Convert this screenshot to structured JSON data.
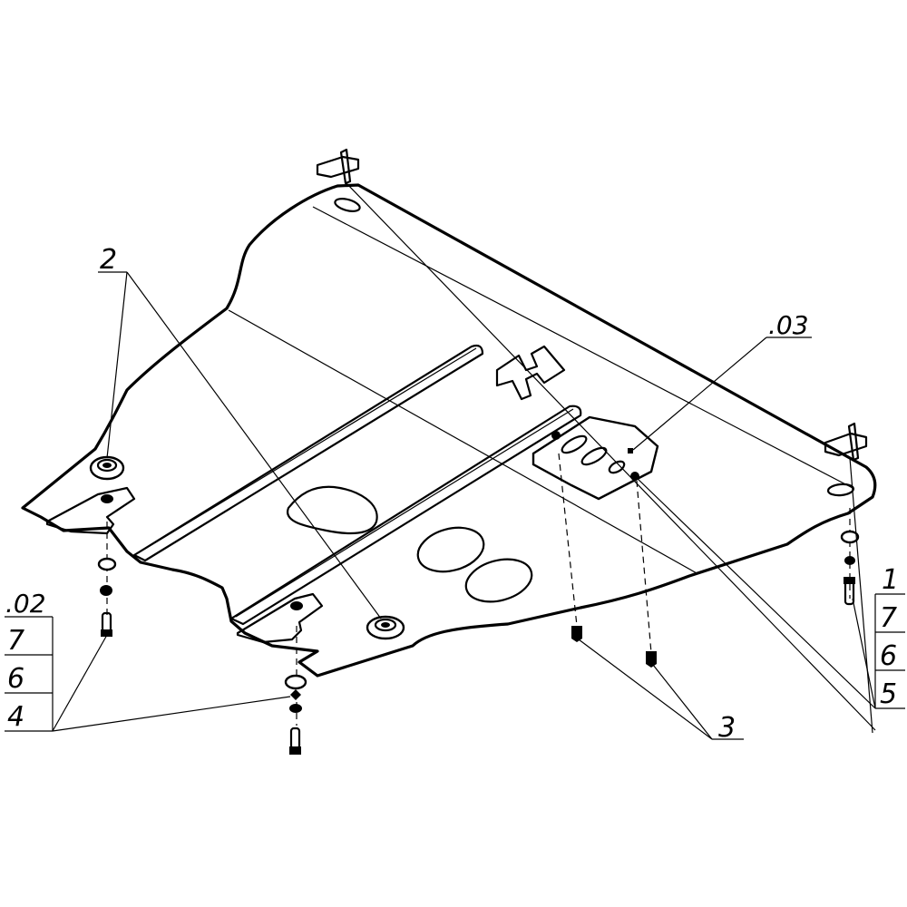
{
  "callouts": {
    "item_2": "2",
    "item_03": ".03",
    "item_3": "3",
    "item_02": ".02",
    "stack_left": [
      "7",
      "6",
      "4"
    ],
    "item_1": "1",
    "stack_right": [
      "7",
      "6",
      "5"
    ]
  }
}
